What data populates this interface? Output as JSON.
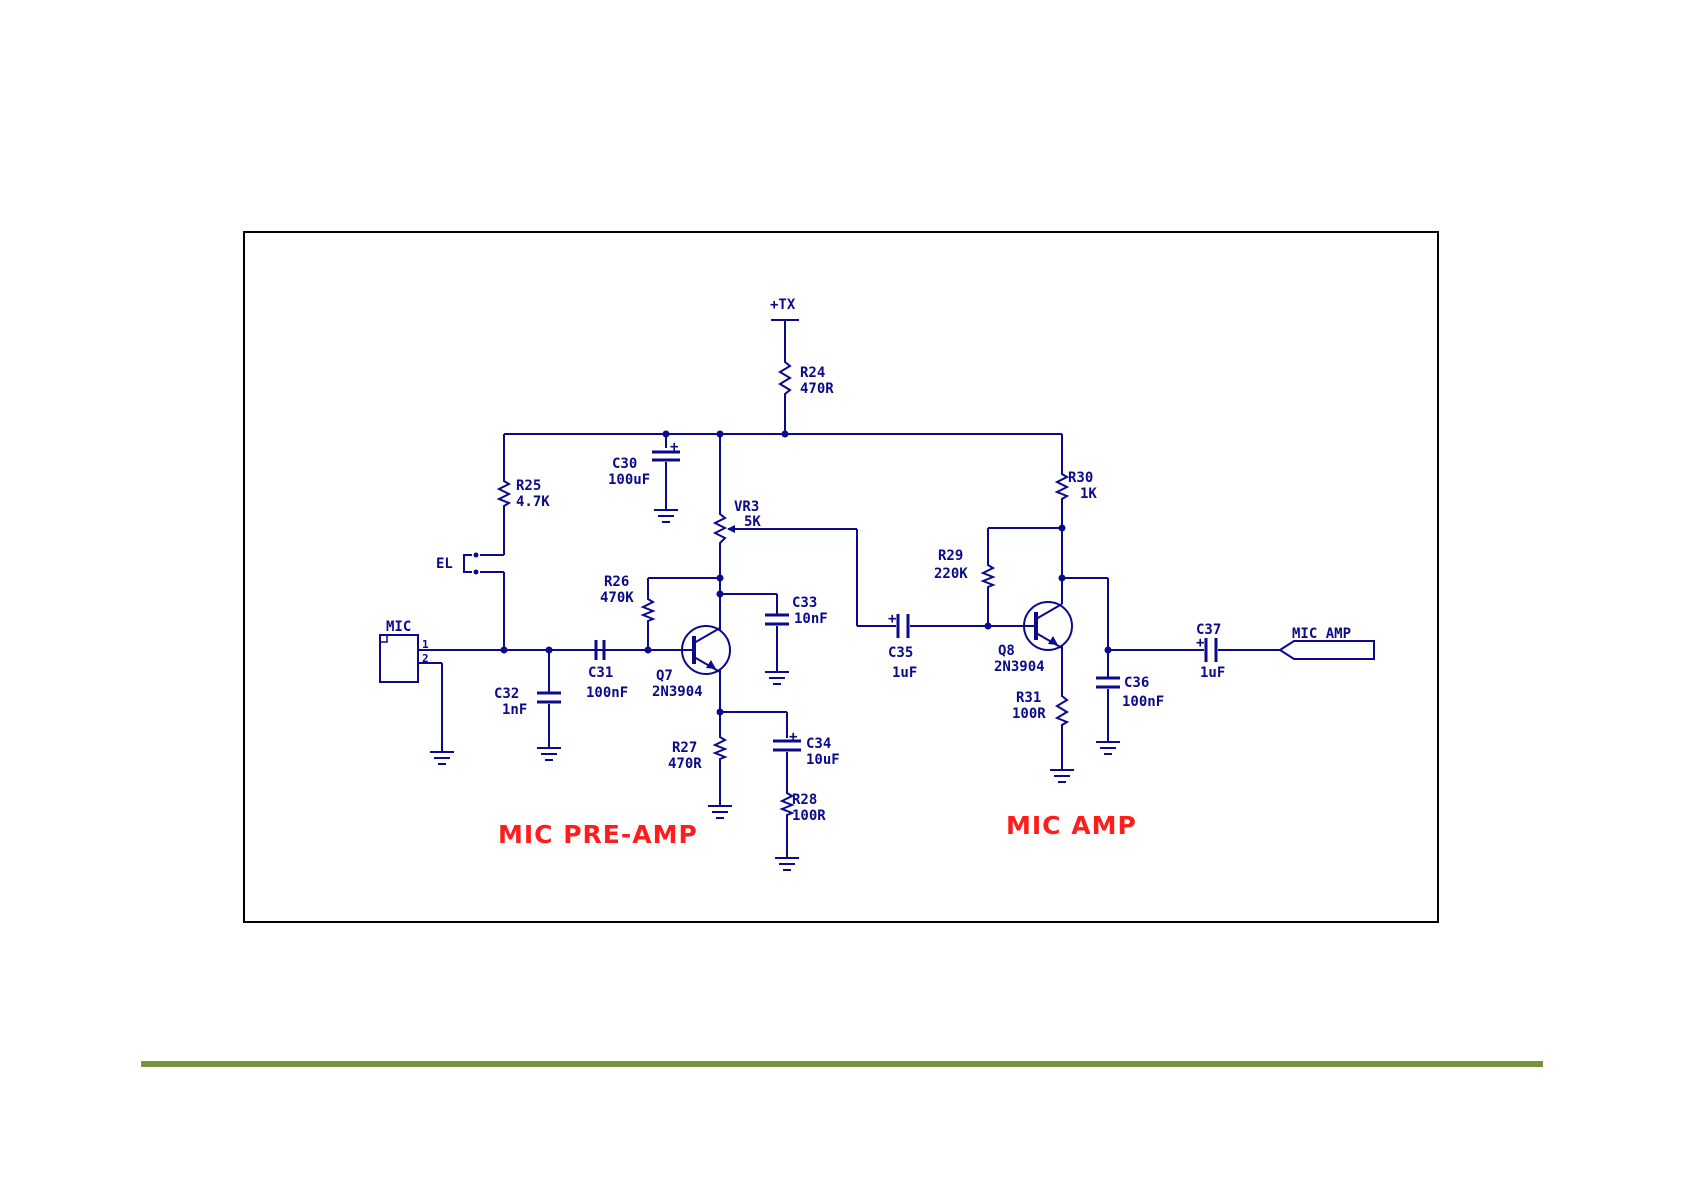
{
  "colors": {
    "wire": "#0a0a8a",
    "section_label": "#ff1c1c",
    "frame": "#000000",
    "footer_rule": "#76923c",
    "background": "#ffffff"
  },
  "rails": {
    "supply": "+TX"
  },
  "connectors": {
    "mic": {
      "ref": "MIC",
      "pin1": "1",
      "pin2": "2"
    },
    "el": {
      "ref": "EL"
    },
    "output": {
      "label": "MIC_AMP"
    }
  },
  "components": {
    "r24": {
      "ref": "R24",
      "value": "470R"
    },
    "r25": {
      "ref": "R25",
      "value": "4.7K"
    },
    "r26": {
      "ref": "R26",
      "value": "470K"
    },
    "r27": {
      "ref": "R27",
      "value": "470R"
    },
    "r28": {
      "ref": "R28",
      "value": "100R"
    },
    "r29": {
      "ref": "R29",
      "value": "220K"
    },
    "r30": {
      "ref": "R30",
      "value": "1K"
    },
    "r31": {
      "ref": "R31",
      "value": "100R"
    },
    "vr3": {
      "ref": "VR3",
      "value": "5K"
    },
    "c30": {
      "ref": "C30",
      "value": "100uF"
    },
    "c31": {
      "ref": "C31",
      "value": "100nF"
    },
    "c32": {
      "ref": "C32",
      "value": "1nF"
    },
    "c33": {
      "ref": "C33",
      "value": "10nF"
    },
    "c34": {
      "ref": "C34",
      "value": "10uF"
    },
    "c35": {
      "ref": "C35",
      "value": "1uF"
    },
    "c36": {
      "ref": "C36",
      "value": "100nF"
    },
    "c37": {
      "ref": "C37",
      "value": "1uF"
    },
    "q7": {
      "ref": "Q7",
      "part": "2N3904"
    },
    "q8": {
      "ref": "Q8",
      "part": "2N3904"
    }
  },
  "polarity_mark": "+",
  "sections": {
    "preamp": "MIC PRE-AMP",
    "amp": "MIC AMP"
  }
}
